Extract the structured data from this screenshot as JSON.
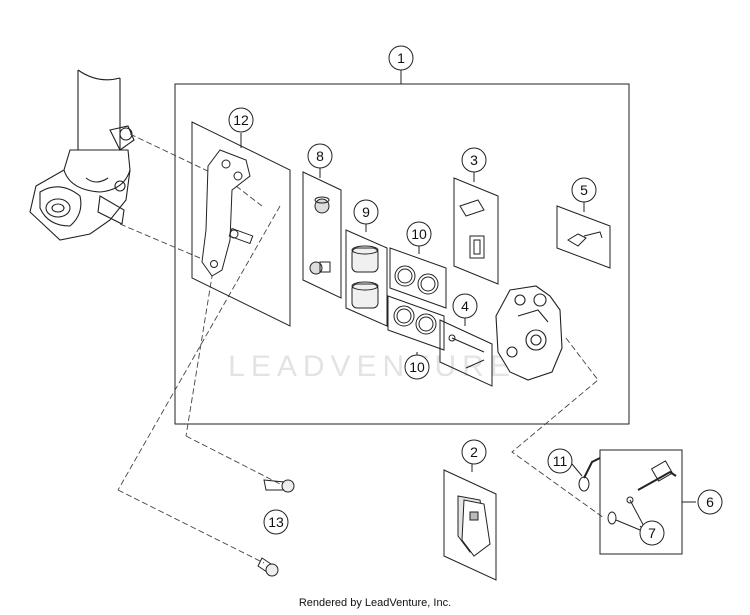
{
  "diagram": {
    "watermark": "LEADVENTURE",
    "footer": "Rendered by LeadVenture, Inc.",
    "callouts": [
      {
        "key": "c1",
        "label": "1"
      },
      {
        "key": "c2",
        "label": "2"
      },
      {
        "key": "c3",
        "label": "3"
      },
      {
        "key": "c4",
        "label": "4"
      },
      {
        "key": "c5",
        "label": "5"
      },
      {
        "key": "c6",
        "label": "6"
      },
      {
        "key": "c7",
        "label": "7"
      },
      {
        "key": "c8",
        "label": "8"
      },
      {
        "key": "c9",
        "label": "9"
      },
      {
        "key": "c10a",
        "label": "10"
      },
      {
        "key": "c10b",
        "label": "10"
      },
      {
        "key": "c11",
        "label": "11"
      },
      {
        "key": "c12",
        "label": "12"
      },
      {
        "key": "c13",
        "label": "13"
      }
    ]
  }
}
